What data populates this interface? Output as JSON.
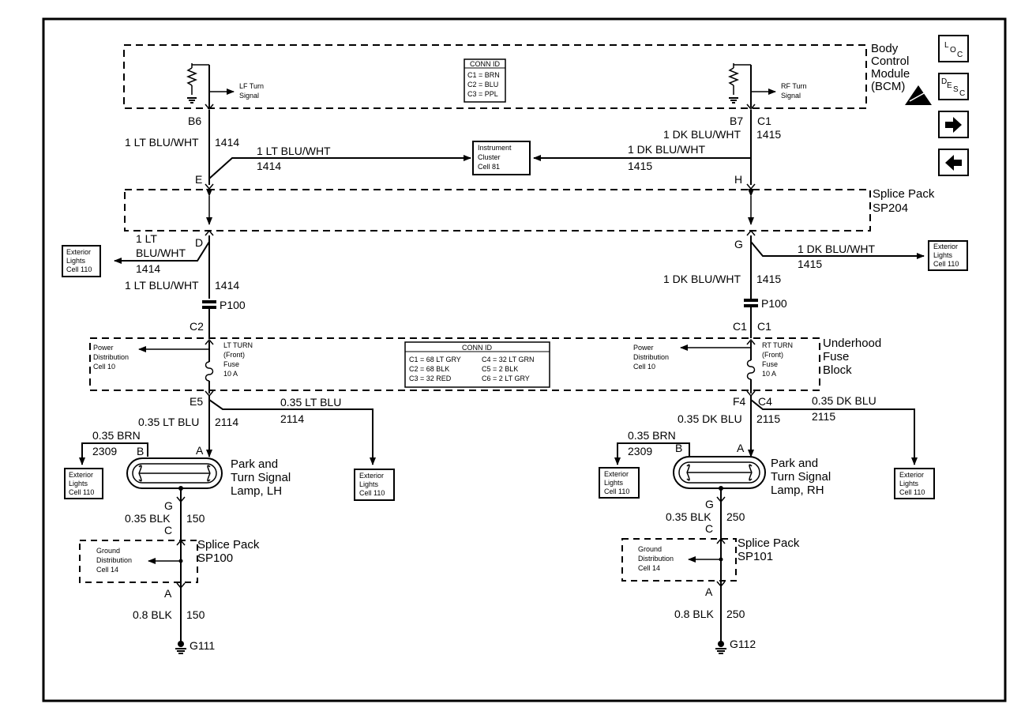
{
  "bcm": {
    "name_l1": "Body",
    "name_l2": "Control",
    "name_l3": "Module",
    "name_l4": "(BCM)",
    "conn_id": {
      "title": "CONN ID",
      "rows": [
        "C1 = BRN",
        "C2 = BLU",
        "C3 = PPL"
      ]
    },
    "lf_signal_l1": "LF Turn",
    "lf_signal_l2": "Signal",
    "rf_signal_l1": "RF Turn",
    "rf_signal_l2": "Signal",
    "pin_left": "B6",
    "pin_right": "B7",
    "conn_right": "C1"
  },
  "nav": {
    "loc": "LOC",
    "desc": "DESC"
  },
  "wires": {
    "left_top": {
      "color": "1 LT BLU/WHT",
      "circuit": "1414"
    },
    "left_to_cluster": {
      "color": "1 LT BLU/WHT",
      "circuit": "1414"
    },
    "right_top": {
      "color": "1 DK BLU/WHT",
      "circuit": "1415"
    },
    "right_to_cluster": {
      "color": "1 DK BLU/WHT",
      "circuit": "1415"
    },
    "left_ext_l1": "1 LT",
    "left_ext_l2": "BLU/WHT",
    "left_ext_circuit": "1414",
    "right_ext": {
      "color": "1 DK BLU/WHT",
      "circuit": "1415"
    },
    "left_mid": {
      "color": "1 LT BLU/WHT",
      "circuit": "1414"
    },
    "right_mid": {
      "color": "1 DK BLU/WHT",
      "circuit": "1415"
    },
    "left_lamp": {
      "color": "0.35 LT BLU",
      "circuit": "2114"
    },
    "left_ext2": {
      "color": "0.35 LT BLU",
      "circuit": "2114"
    },
    "right_lamp": {
      "color": "0.35 DK BLU",
      "circuit": "2115"
    },
    "right_ext2": {
      "color": "0.35 DK BLU",
      "circuit": "2115"
    },
    "left_brn": {
      "color": "0.35 BRN",
      "circuit": "2309"
    },
    "right_brn": {
      "color": "0.35 BRN",
      "circuit": "2309"
    },
    "left_gnd1": {
      "color": "0.35 BLK",
      "circuit": "150"
    },
    "right_gnd1": {
      "color": "0.35 BLK",
      "circuit": "250"
    },
    "left_gnd2": {
      "color": "0.8 BLK",
      "circuit": "150"
    },
    "right_gnd2": {
      "color": "0.8 BLK",
      "circuit": "250"
    }
  },
  "instrument_cluster": {
    "l1": "Instrument",
    "l2": "Cluster",
    "l3": "Cell 81"
  },
  "splice_sp204": {
    "l1": "Splice Pack",
    "l2": "SP204",
    "pin_e": "E",
    "pin_h": "H",
    "pin_d": "D",
    "pin_g": "G"
  },
  "exterior_lights": {
    "l1": "Exterior",
    "l2": "Lights",
    "l3": "Cell 110"
  },
  "p100": {
    "left": "P100",
    "right": "P100",
    "left_conn": "C2",
    "right_conn": "C1",
    "right_conn2": "C1"
  },
  "fuse_block": {
    "l1": "Underhood",
    "l2": "Fuse",
    "l3": "Block",
    "power_l1": "Power",
    "power_l2": "Distribution",
    "power_l3": "Cell 10",
    "lt_fuse": [
      "LT TURN",
      "(Front)",
      "Fuse",
      "10 A"
    ],
    "rt_fuse": [
      "RT TURN",
      "(Front)",
      "Fuse",
      "10 A"
    ],
    "conn_id": {
      "title": "CONN ID",
      "left": [
        "C1 = 68 LT GRY",
        "C2 = 68 BLK",
        "C3 = 32 RED"
      ],
      "right": [
        "C4 = 32 LT GRN",
        "C5 = 2 BLK",
        "C6 = 2 LT GRY"
      ]
    },
    "pin_e5": "E5",
    "pin_f4": "F4",
    "conn_c4": "C4"
  },
  "lamp_lh": {
    "l1": "Park and",
    "l2": "Turn Signal",
    "l3": "Lamp, LH",
    "pin_a": "A",
    "pin_b": "B",
    "pin_g": "G"
  },
  "lamp_rh": {
    "l1": "Park and",
    "l2": "Turn Signal",
    "l3": "Lamp, RH",
    "pin_a": "A",
    "pin_b": "B",
    "pin_g": "G"
  },
  "sp100": {
    "l1": "Splice Pack",
    "l2": "SP100",
    "pin_c": "C",
    "pin_a": "A",
    "gnd_l1": "Ground",
    "gnd_l2": "Distribution",
    "gnd_l3": "Cell 14"
  },
  "sp101": {
    "l1": "Splice Pack",
    "l2": "SP101",
    "pin_c": "C",
    "pin_a": "A",
    "gnd_l1": "Ground",
    "gnd_l2": "Distribution",
    "gnd_l3": "Cell 14"
  },
  "grounds": {
    "left": "G111",
    "right": "G112"
  }
}
